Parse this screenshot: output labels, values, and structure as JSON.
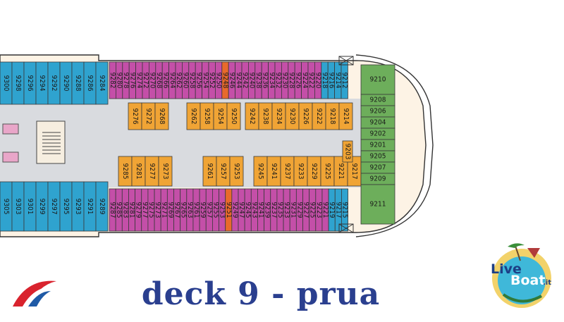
{
  "caption": "deck  9  -  prua",
  "logo_right": {
    "word1": "Live",
    "word2": "Boat",
    "suffix": ".it"
  },
  "colors": {
    "blue": "#2fa3cf",
    "magenta": "#c44fa8",
    "orange": "#f0a435",
    "green": "#6dae5b",
    "corridor": "#d9dbdf",
    "hull": "#fdf3e5"
  },
  "cabins": {
    "blue_top": [
      "9300",
      "9298",
      "9296",
      "9294",
      "9292",
      "9290",
      "9288",
      "9286",
      "9284"
    ],
    "blue_bottom": [
      "9305",
      "9303",
      "9301",
      "9299",
      "9297",
      "9295",
      "9293",
      "9291",
      "9289"
    ],
    "magenta_top": [
      "9282",
      "9280",
      "9278",
      "9276",
      "9274",
      "9272",
      "9270",
      "9268",
      "9266",
      "9264",
      "9262",
      "9260",
      "9258",
      "9256",
      "9254",
      "9252",
      "9250",
      "9248",
      "9246",
      "9244",
      "9242",
      "9240",
      "9238",
      "9236",
      "9234",
      "9232",
      "9230",
      "9228",
      "9226",
      "9224",
      "9222",
      "9220",
      "9218",
      "9216",
      "9214",
      "9212"
    ],
    "magenta_bottom": [
      "9287",
      "9285",
      "9283",
      "9281",
      "9279",
      "9277",
      "9275",
      "9273",
      "9271",
      "9269",
      "9267",
      "9265",
      "9263",
      "9261",
      "9259",
      "9257",
      "9255",
      "9253",
      "9251",
      "9249",
      "9247",
      "9245",
      "9243",
      "9241",
      "9239",
      "9237",
      "9235",
      "9233",
      "9231",
      "9229",
      "9227",
      "9225",
      "9223",
      "9221",
      "9219",
      "9217",
      "9215"
    ],
    "inner_top_left": [
      "9276",
      "9272",
      "9268"
    ],
    "inner_top_mid": [
      "9262",
      "9258",
      "9254",
      "9250"
    ],
    "inner_top_right": [
      "9242",
      "9238",
      "9234",
      "9230",
      "9226",
      "9222",
      "9218",
      "9214"
    ],
    "inner_bottom_left": [
      "9285",
      "9281",
      "9277",
      "9273"
    ],
    "inner_bottom_mid": [
      "9261",
      "9257",
      "9253"
    ],
    "inner_bottom_right": [
      "9245",
      "9241",
      "9237",
      "9233",
      "9229",
      "9225",
      "9221",
      "9217"
    ],
    "inner_extra": "9203",
    "green": [
      "9210",
      "9208",
      "9206",
      "9204",
      "9202",
      "9201",
      "9205",
      "9207",
      "9209",
      "9211"
    ]
  }
}
